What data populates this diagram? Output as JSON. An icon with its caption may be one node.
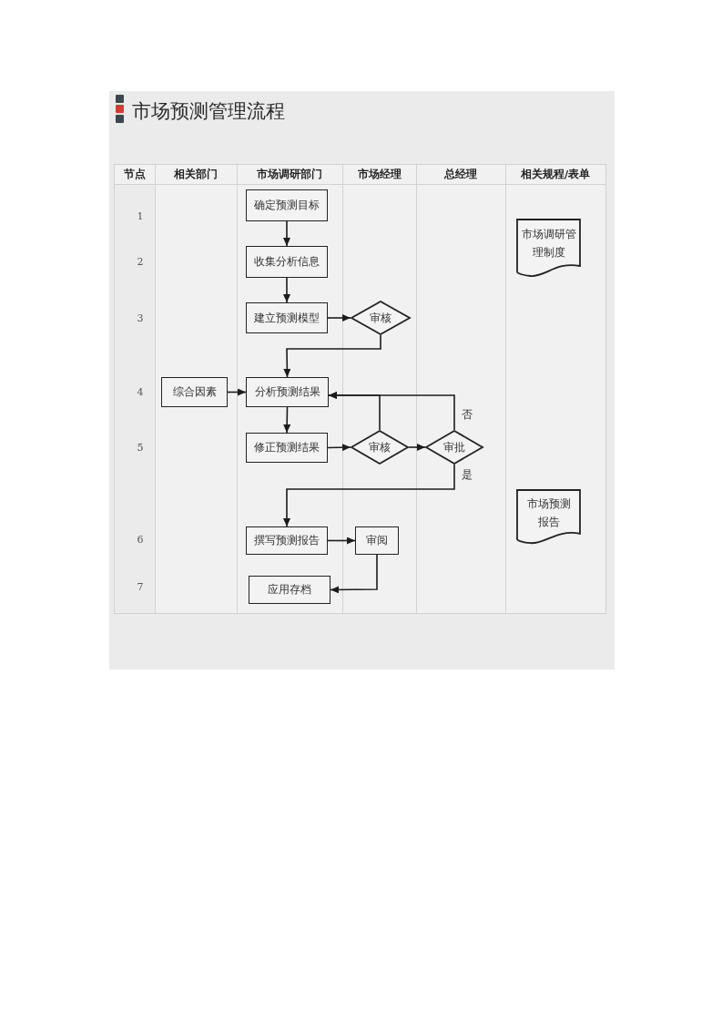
{
  "diagram": {
    "title": "市场预测管理流程",
    "nodes": [
      {
        "text": [
          "确定预测目标"
        ]
      },
      {
        "text": [
          "市场调研管理制度"
        ]
      },
      {
        "text": [
          "收集分析信息"
        ]
      },
      {
        "text": [
          "建立预测模型"
        ]
      },
      {
        "text": [
          "审核"
        ]
      },
      {
        "text": [
          "综合因素"
        ]
      },
      {
        "text": [
          "分析预测结果"
        ]
      },
      {
        "text": [
          "修正预测结果"
        ]
      },
      {
        "text": [
          "审核"
        ]
      },
      {
        "text": [
          "审批"
        ]
      },
      {
        "text": [
          "市场预测报告"
        ]
      },
      {
        "text": [
          "撰写预测报告"
        ]
      },
      {
        "text": [
          "审阅"
        ]
      },
      {
        "text": [
          "应用存档"
        ]
      }
    ],
    "edges": [
      {
        "from": 0,
        "to": 2,
        "arrow": "to"
      },
      {
        "from": 2,
        "to": 3,
        "arrow": "to"
      },
      {
        "from": 3,
        "to": 4,
        "arrow": "to"
      },
      {
        "from": 4,
        "to": 6,
        "arrow": "to"
      },
      {
        "from": 5,
        "to": 6,
        "arrow": "to"
      },
      {
        "from": 6,
        "to": 7,
        "arrow": "to"
      },
      {
        "from": 7,
        "to": 8,
        "arrow": "to"
      },
      {
        "from": 8,
        "to": 9,
        "arrow": "to"
      },
      {
        "from": 8,
        "to": 6,
        "arrow": "to"
      },
      {
        "from": 9,
        "to": 6,
        "arrow": "to",
        "label": "否"
      },
      {
        "from": 9,
        "to": 11,
        "arrow": "to",
        "label": "是"
      },
      {
        "from": 11,
        "to": 12,
        "arrow": "to"
      },
      {
        "from": 12,
        "to": 13,
        "arrow": "to"
      }
    ],
    "labels": [
      "节点",
      "相关部门",
      "市场调研部门",
      "市场经理",
      "总经理",
      "相关规程/表单",
      "1",
      "2",
      "3",
      "4",
      "5",
      "6",
      "7"
    ]
  }
}
